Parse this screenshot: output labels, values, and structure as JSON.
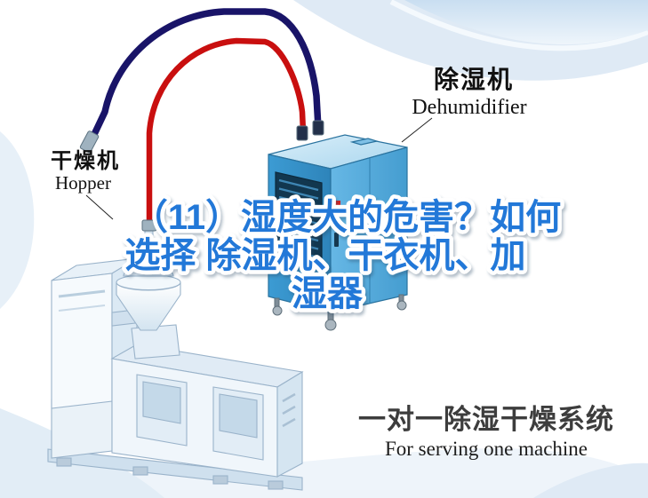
{
  "title": {
    "line1": "（11）湿度大的危害？如何",
    "line2": "选择 除湿机、干衣机、加",
    "line3": "湿器"
  },
  "machine_labels": {
    "hopper_zh": "干燥机",
    "hopper_en": "Hopper",
    "dehumidifier_zh": "除湿机",
    "dehumidifier_en": "Dehumidifier"
  },
  "footer": {
    "title_zh": "一对一除湿干燥系统",
    "subtitle_en": "For serving one machine"
  },
  "colors": {
    "title_blue": "#2478d8",
    "pipe_red": "#c90f0f",
    "pipe_navy": "#191468",
    "dehumidifier_blue": "#3c9bd3",
    "swoosh_blue": "#dfeaf5",
    "footer_text": "#3d3d3d"
  }
}
